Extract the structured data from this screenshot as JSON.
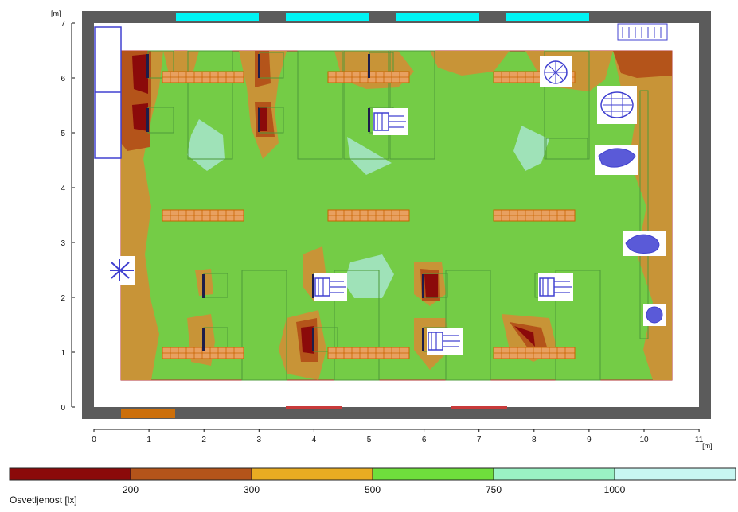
{
  "diagram": {
    "axis": {
      "x_ticks": [
        "0",
        "1",
        "2",
        "3",
        "4",
        "5",
        "6",
        "7",
        "8",
        "9",
        "10",
        "11"
      ],
      "y_ticks": [
        "0",
        "1",
        "2",
        "3",
        "4",
        "5",
        "6",
        "7"
      ],
      "x_unit": "[m]",
      "y_unit": "[m]"
    },
    "legend": {
      "title": "Osvetljenost [lx]",
      "bands": [
        {
          "color": "#8b0a0a"
        },
        {
          "color": "#b4541a"
        },
        {
          "color": "#e8ac22"
        },
        {
          "color": "#6fde3c"
        },
        {
          "color": "#9af2c4"
        },
        {
          "color": "#c8f7f2"
        }
      ],
      "thresholds": [
        "200",
        "300",
        "500",
        "750",
        "1000"
      ]
    },
    "colors": {
      "wall": "#5b5b5b",
      "window": "#00f4f4",
      "door": "#cc6f0a",
      "furniture": "#4040d0",
      "luminaire": "#c86400",
      "green_zone": "#74cc46"
    }
  }
}
